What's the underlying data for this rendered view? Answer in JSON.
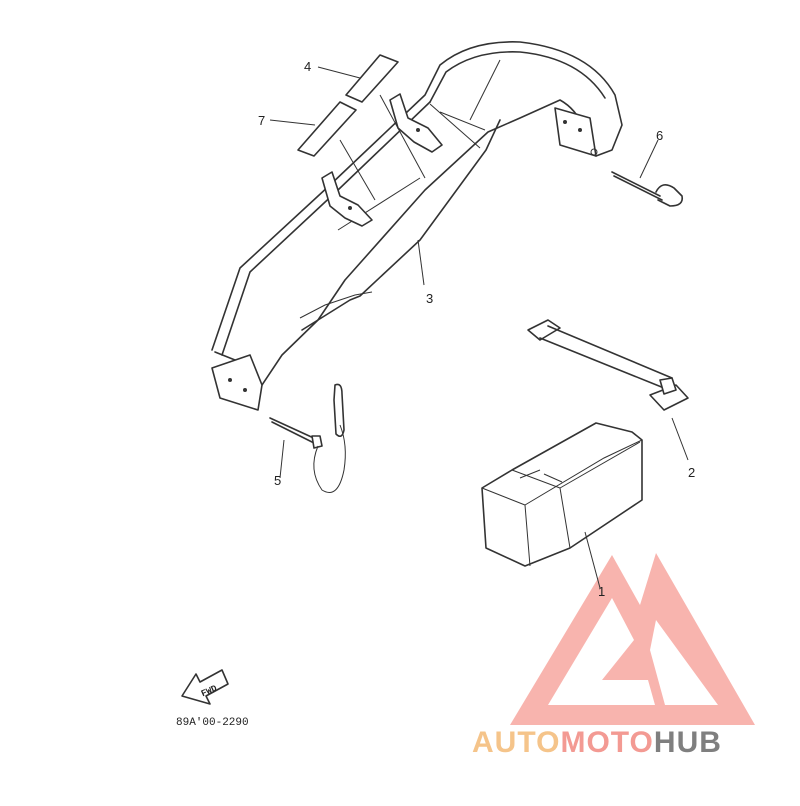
{
  "diagram": {
    "callouts": [
      {
        "id": "1",
        "label": "1"
      },
      {
        "id": "2",
        "label": "2"
      },
      {
        "id": "3",
        "label": "3"
      },
      {
        "id": "4",
        "label": "4"
      },
      {
        "id": "5",
        "label": "5"
      },
      {
        "id": "6",
        "label": "6"
      },
      {
        "id": "7",
        "label": "7"
      }
    ],
    "direction_arrow": "FWD",
    "part_code": "89A'00-2290"
  },
  "watermark": {
    "part1": "AUTO",
    "part2": "MOTO",
    "part3": "HUB",
    "colors": {
      "auto": "#f5c48a",
      "moto": "#f39a93",
      "hub": "#7f7f7f",
      "logo": "#f7a7a0"
    }
  }
}
